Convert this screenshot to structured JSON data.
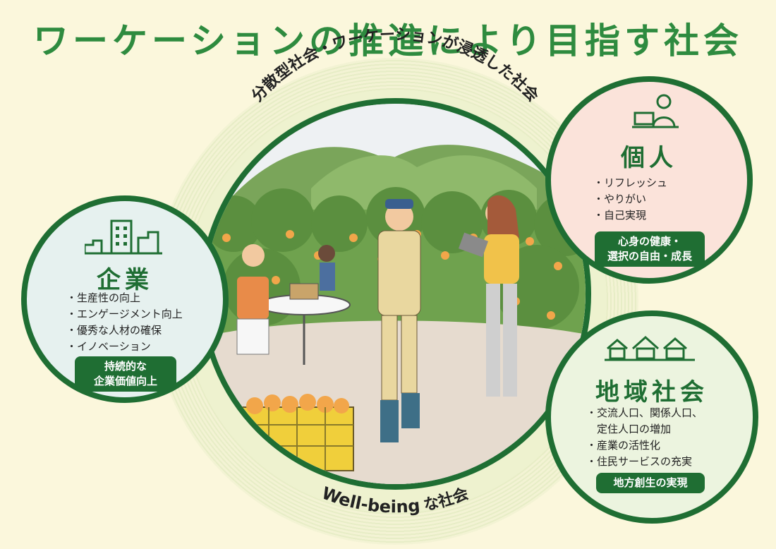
{
  "title": "ワーケーションの推進により目指す社会",
  "center": {
    "top_caption": "分散型社会・ワーケーションが浸透した社会",
    "bottom_caption_en": "Well-being",
    "bottom_caption_jp": "な社会"
  },
  "kojin": {
    "title": "個人",
    "items": [
      "リフレッシュ",
      "やりがい",
      "自己実現"
    ],
    "badge_line1": "心身の健康・",
    "badge_line2": "選択の自由・成長"
  },
  "kigyo": {
    "title": "企業",
    "items": [
      "生産性の向上",
      "エンゲージメント向上",
      "優秀な人材の確保",
      "イノベーション"
    ],
    "badge_line1": "持続的な",
    "badge_line2": "企業価値向上"
  },
  "chiiki": {
    "title": "地域社会",
    "items": [
      "交流人口、関係人口、",
      "産業の活性化",
      "住民サービスの充実"
    ],
    "item1_cont": "定住人口の増加",
    "badge": "地方創生の実現"
  },
  "icons": [
    "laptop-worker-icon",
    "building-icon",
    "town-icon"
  ],
  "colors": {
    "primary": "#1f6e33",
    "title": "#2e8b3f",
    "background": "#fbf7dc"
  }
}
